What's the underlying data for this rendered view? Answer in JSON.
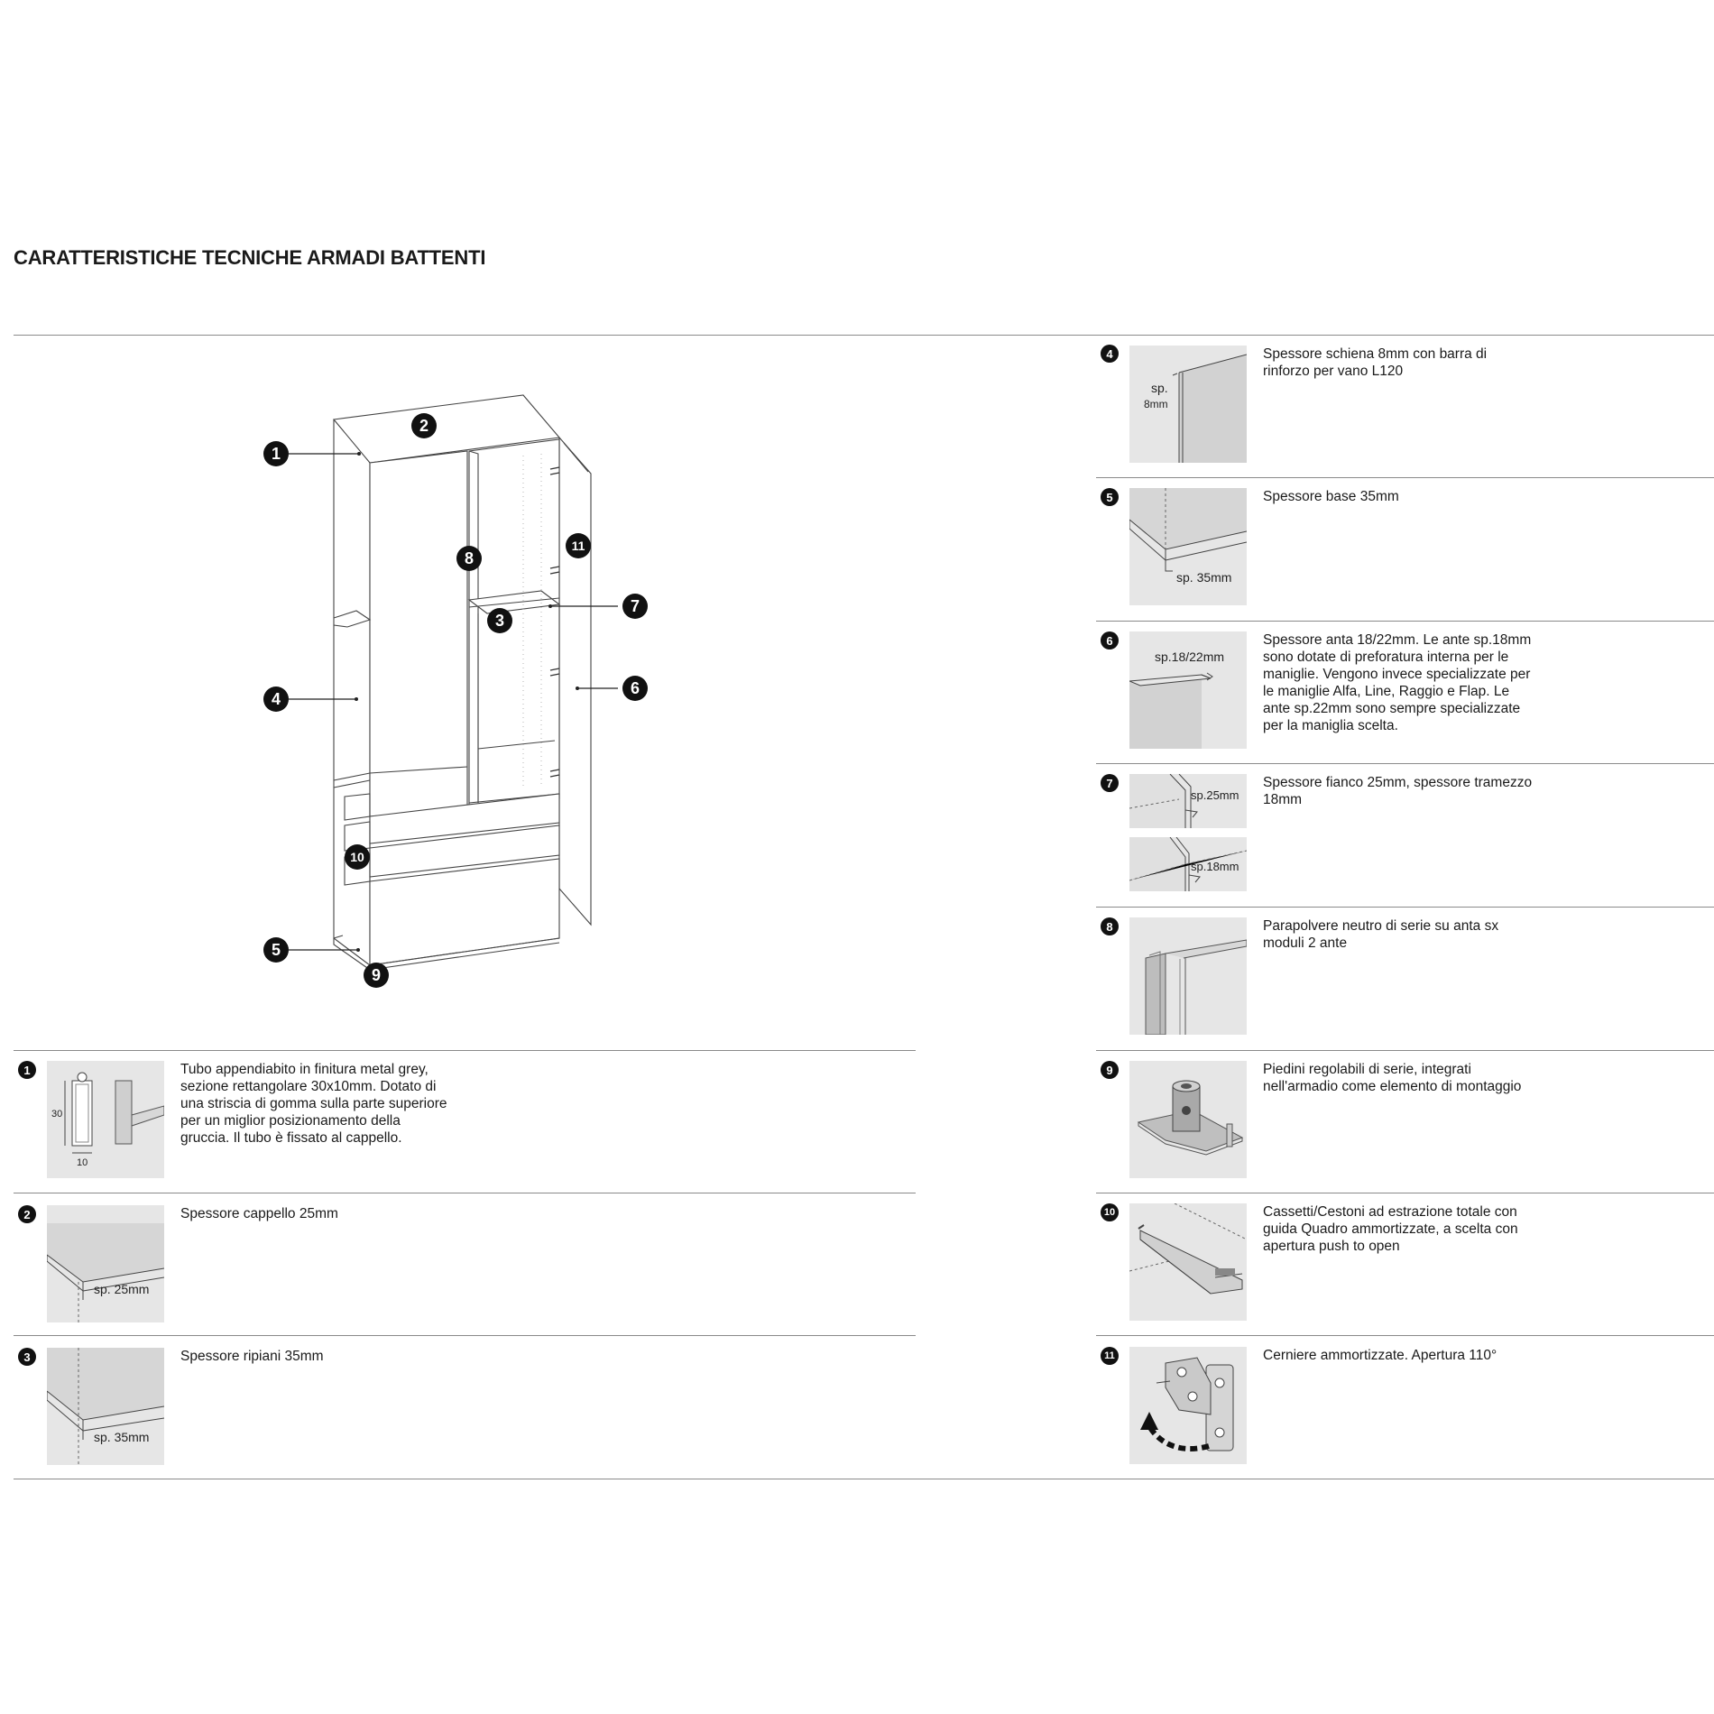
{
  "page": {
    "title": "CARATTERISTICHE TECNICHE ARMADI BATTENTI"
  },
  "diagram_callouts": [
    "1",
    "2",
    "3",
    "4",
    "5",
    "6",
    "7",
    "8",
    "9",
    "10",
    "11"
  ],
  "left_items": [
    {
      "num": "1",
      "text": "Tubo appendiabito in finitura metal grey, sezione rettangolare 30x10mm. Dotato di una striscia di gomma sulla parte superiore per un miglior posizionamento della gruccia. Il tubo è fissato al cappello.",
      "label_a": "30",
      "label_b": "10",
      "icon": "hanger-rail-section-icon"
    },
    {
      "num": "2",
      "text": "Spessore cappello 25mm",
      "label_a": "sp. 25mm",
      "icon": "top-panel-thickness-icon"
    },
    {
      "num": "3",
      "text": "Spessore ripiani 35mm",
      "label_a": "sp. 35mm",
      "icon": "shelf-thickness-icon"
    }
  ],
  "right_items": [
    {
      "num": "4",
      "text": "Spessore schiena 8mm con barra di rinforzo per vano L120",
      "label_a": "sp.",
      "label_b": "8mm",
      "icon": "back-panel-icon"
    },
    {
      "num": "5",
      "text": "Spessore base 35mm",
      "label_a": "sp. 35mm",
      "icon": "base-thickness-icon"
    },
    {
      "num": "6",
      "text": "Spessore anta 18/22mm. Le ante sp.18mm sono dotate di preforatura interna per le maniglie. Vengono invece specializzate per le maniglie Alfa, Line, Raggio e Flap. Le ante sp.22mm sono sempre specializzate per la maniglia scelta.",
      "label_a": "sp.18/22mm",
      "icon": "door-thickness-icon"
    },
    {
      "num": "7",
      "text": "Spessore fianco 25mm, spessore tramezzo 18mm",
      "label_a": "sp.25mm",
      "label_b": "sp.18mm",
      "icon": "side-panel-icon"
    },
    {
      "num": "8",
      "text": "Parapolvere neutro di serie su anta sx moduli 2 ante",
      "icon": "dust-seal-icon"
    },
    {
      "num": "9",
      "text": "Piedini regolabili di serie, integrati nell'armadio come elemento di montaggio",
      "icon": "adjustable-foot-icon"
    },
    {
      "num": "10",
      "text": "Cassetti/Cestoni ad estrazione totale con guida Quadro ammortizzate, a scelta con apertura push to open",
      "icon": "drawer-runner-icon"
    },
    {
      "num": "11",
      "text": "Cerniere ammortizzate. Apertura 110°",
      "icon": "hinge-icon"
    }
  ]
}
